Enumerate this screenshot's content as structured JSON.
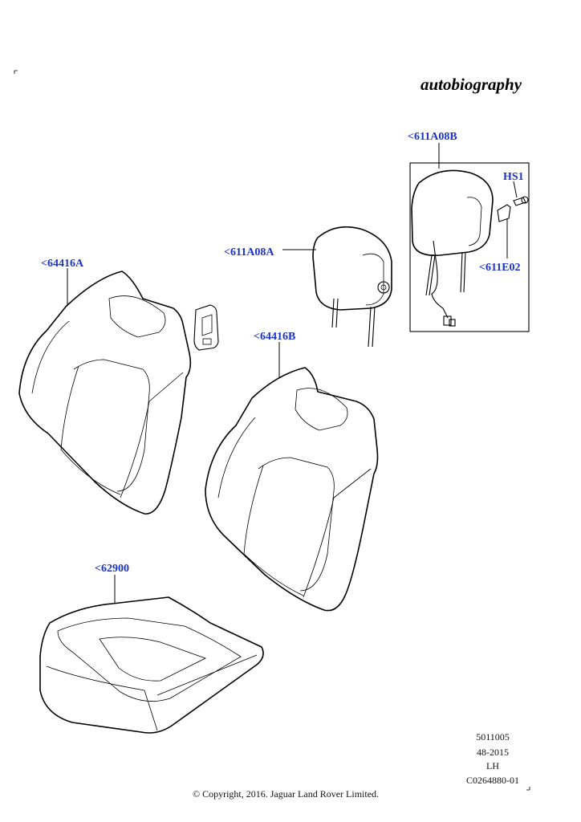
{
  "brand": "autobiography",
  "callouts": {
    "headrest_rear": "<611A08B",
    "hs1": "HS1",
    "harness": "<611E02",
    "headrest_front": "<611A08A",
    "cover_left": "<64416A",
    "cover_right": "<64416B",
    "cushion": "<62900"
  },
  "info_block": {
    "line1": "5011005",
    "line2": "48-2015",
    "line3": "LH",
    "line4": "C0264880-01"
  },
  "copyright": "© Copyright, 2016. Jaguar Land Rover Limited.",
  "colors": {
    "callout": "#1a33c8",
    "ink": "#000000",
    "background": "#ffffff"
  }
}
